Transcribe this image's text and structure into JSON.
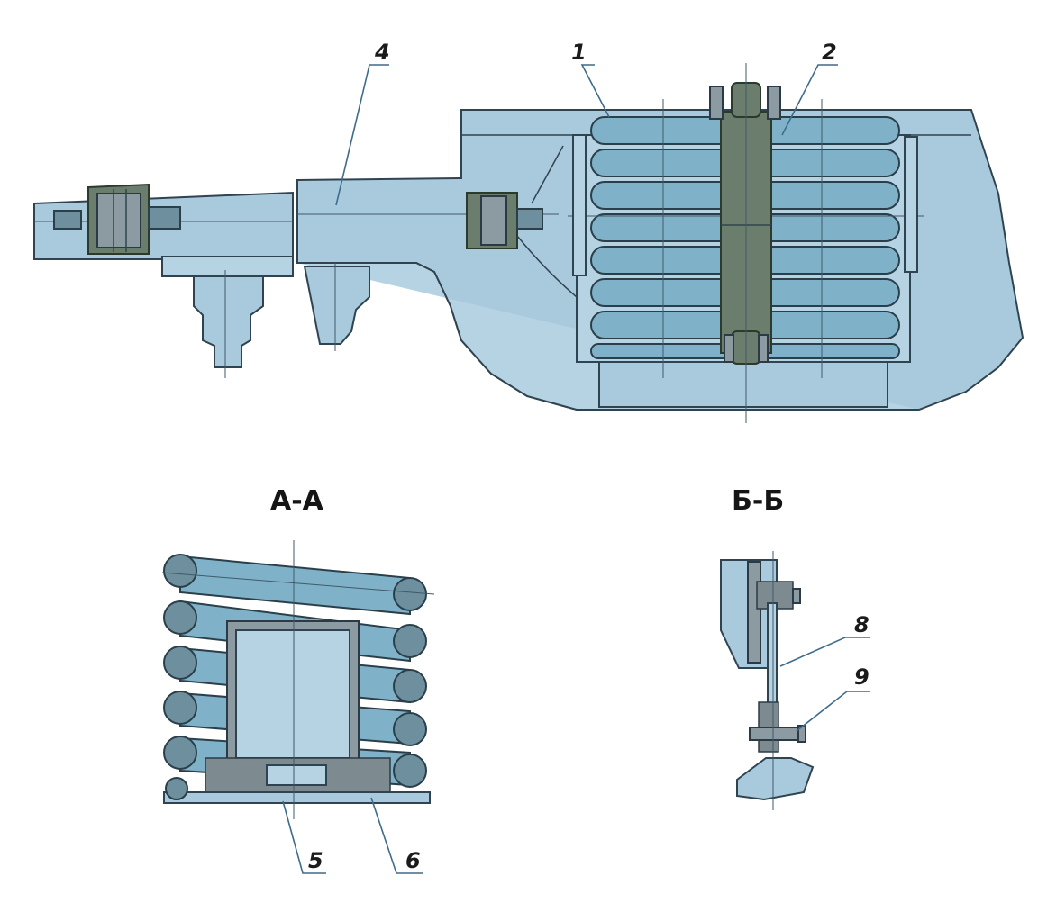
{
  "labels": {
    "l1": "1",
    "l2": "2",
    "l4": "4",
    "l5": "5",
    "l6": "6",
    "l8": "8",
    "l9": "9"
  },
  "sections": {
    "aa": "А-А",
    "bb": "Б-Б"
  },
  "colors": {
    "body": "#a9c9dc",
    "coil": "#7fb2c8",
    "damper": "#6b7d6c",
    "outline": "#2f4450",
    "leader": "#3d6c8c"
  }
}
